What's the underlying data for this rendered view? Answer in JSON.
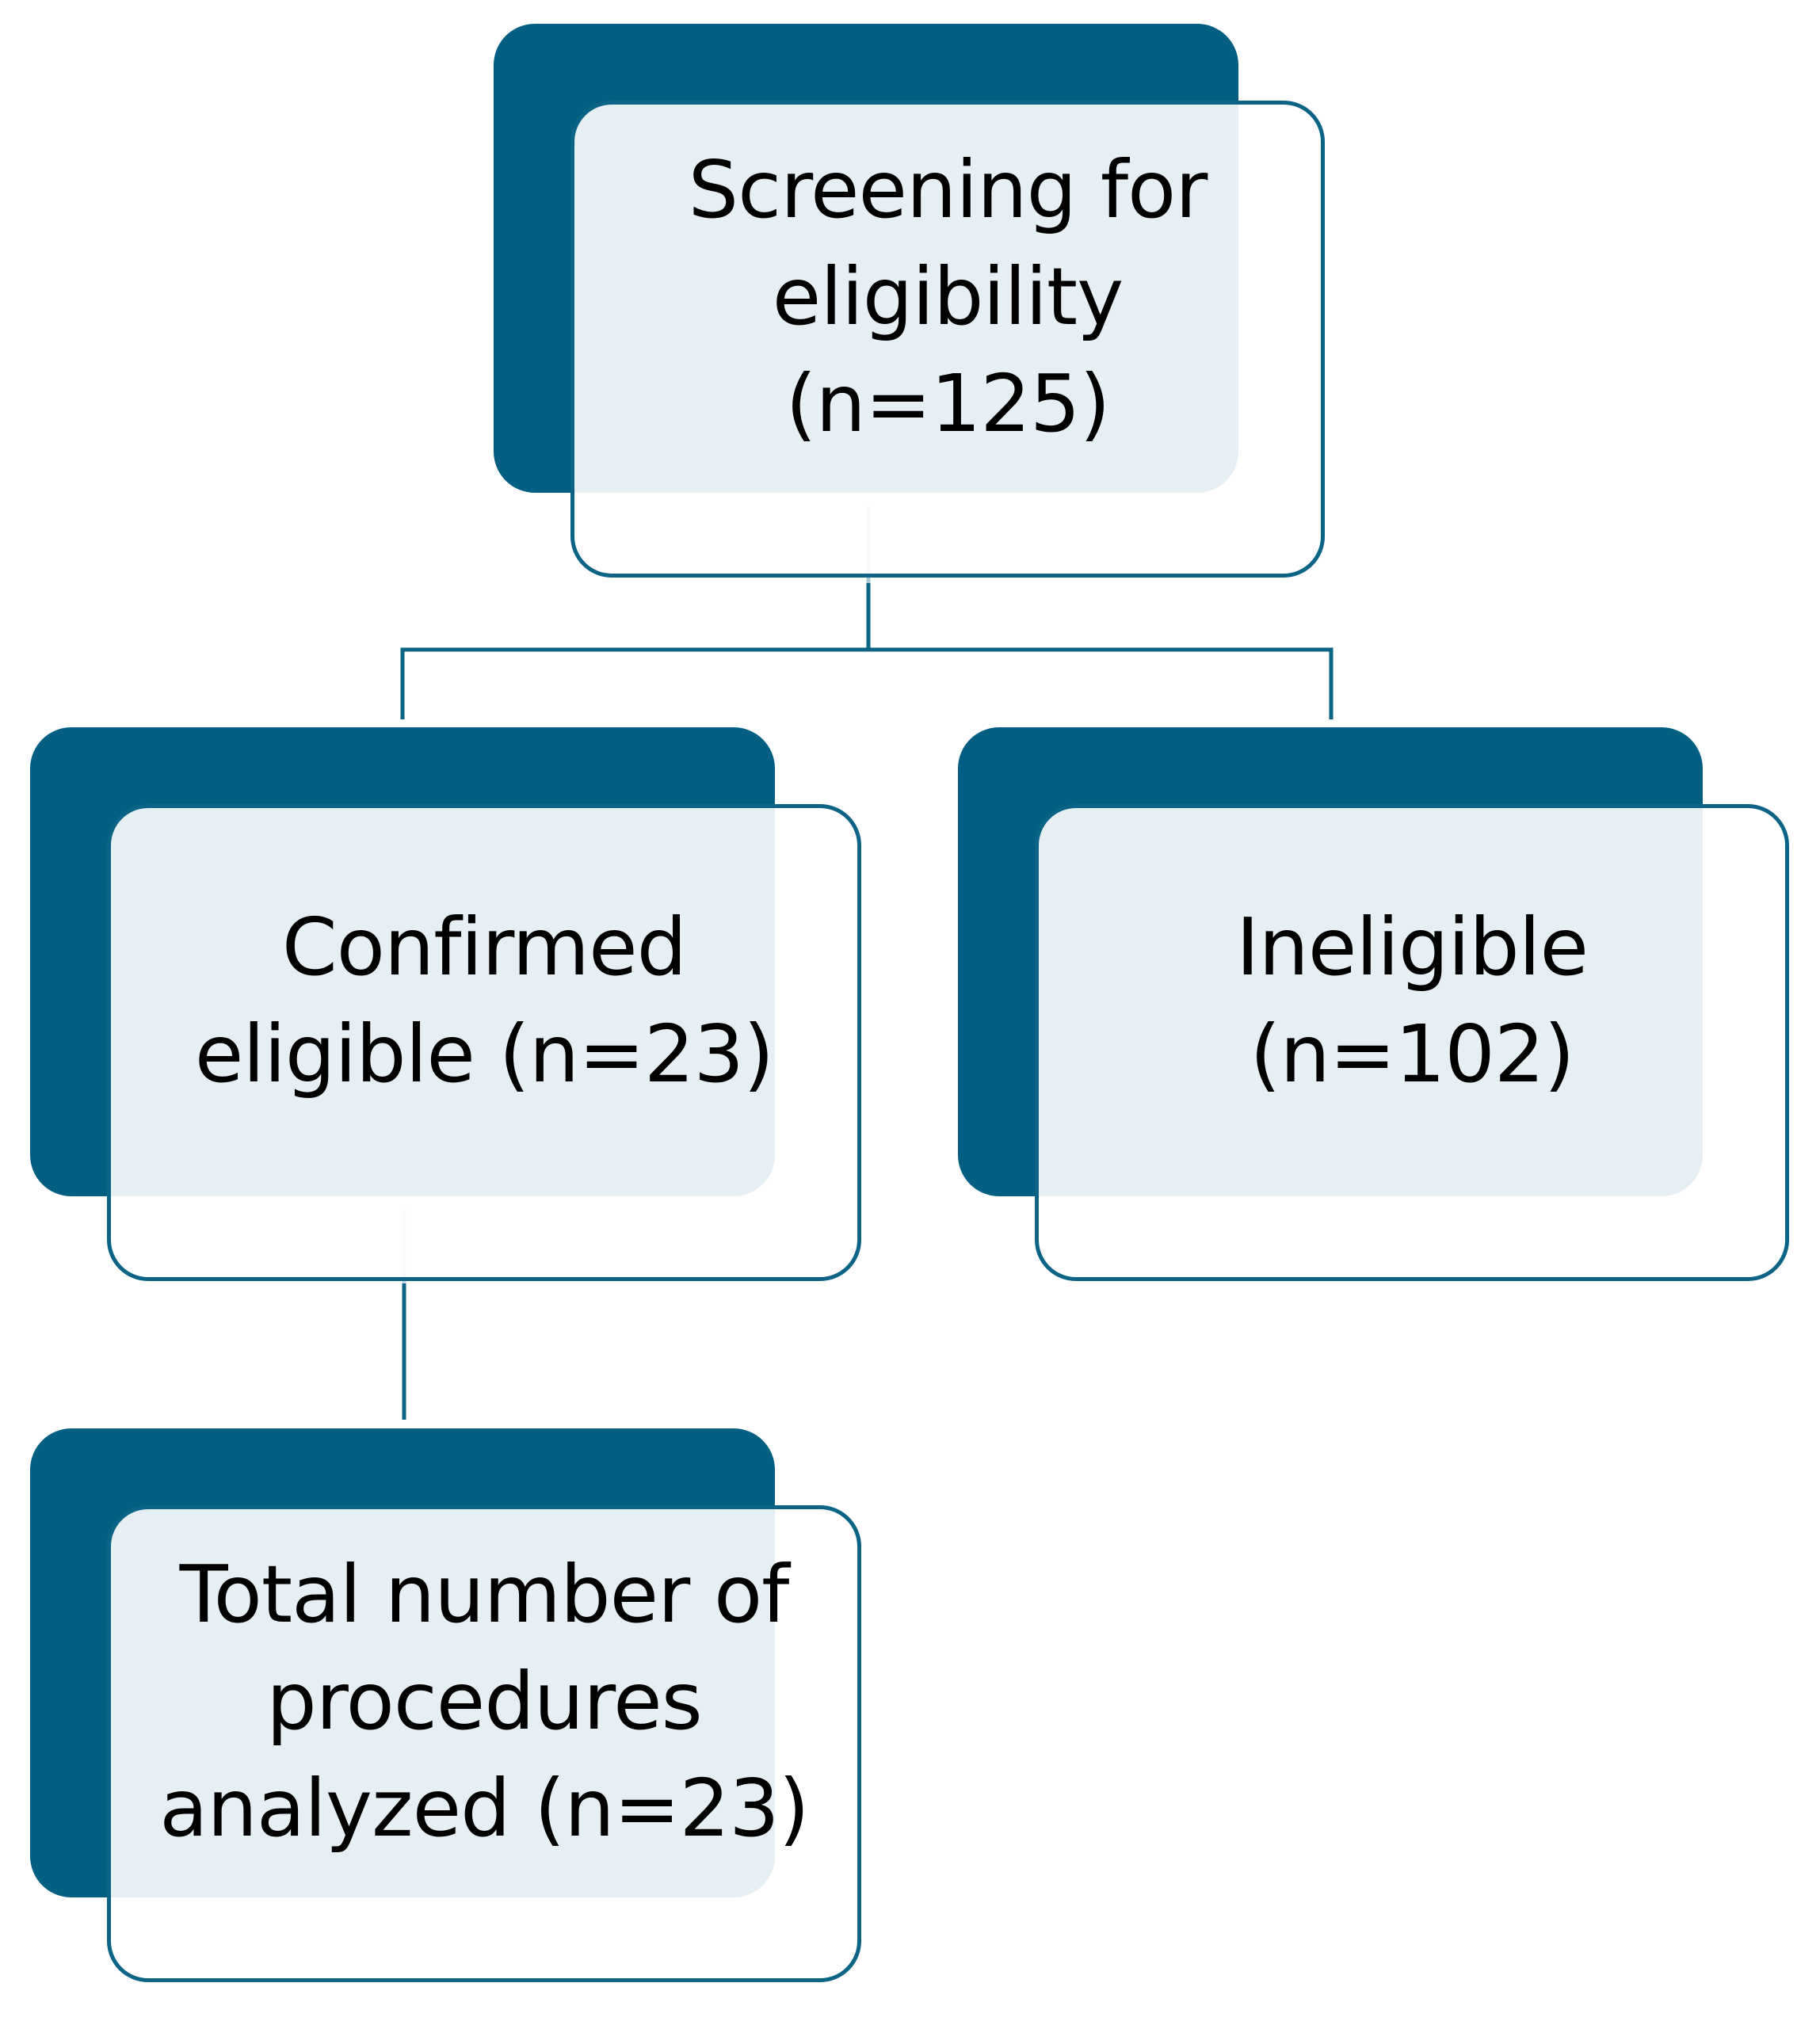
{
  "diagram": {
    "nodes": [
      {
        "id": "screening",
        "lines": [
          "Screening for",
          "eligibility",
          "(n=125)"
        ]
      },
      {
        "id": "confirmed",
        "lines": [
          "Confirmed",
          "eligible (n=23)"
        ]
      },
      {
        "id": "ineligible",
        "lines": [
          "Ineligible",
          "(n=102)"
        ]
      },
      {
        "id": "analyzed",
        "lines": [
          "Total number of",
          "procedures",
          "analyzed (n=23)"
        ]
      }
    ],
    "edges": [
      {
        "from": "screening",
        "to": "confirmed"
      },
      {
        "from": "screening",
        "to": "ineligible"
      },
      {
        "from": "confirmed",
        "to": "analyzed"
      }
    ]
  },
  "colors": {
    "node_back": "#025f82",
    "node_border": "#0b6386",
    "connector": "#0b6386",
    "text": "#000000"
  }
}
